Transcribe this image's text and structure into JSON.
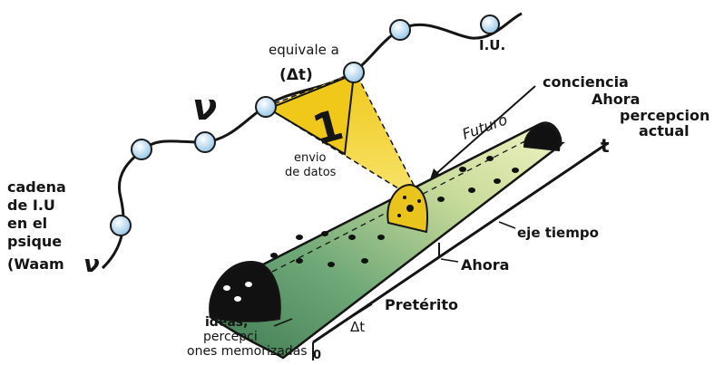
{
  "labels": {
    "cadena_line1": "cadena",
    "cadena_line2": "de I.U",
    "cadena_line3": "en el",
    "cadena_line4": "psique",
    "waam": "(Waam",
    "waam_symbol": "ν",
    "mu_symbol": "ν",
    "equivale_a": "equivale a",
    "delta_t_top": "(Δt)",
    "iu": "I.U.",
    "conciencia_line1": "conciencia",
    "conciencia_line2": "Ahora",
    "percepcion_line1": "percepcion",
    "percepcion_line2": "actual",
    "futuro": "Futuro",
    "envio_line1": "envio",
    "envio_line2": "de datos",
    "t_axis": "t",
    "eje_tiempo": "eje tiempo",
    "ahora": "Ahora",
    "preterito": "Pretérito",
    "delta_t_bottom": "Δt",
    "origin": "0",
    "ideas_line1": "ideas,",
    "ideas_line2": "percepci",
    "ideas_line3": "ones memorizadas",
    "wedge_number": "1"
  },
  "colors": {
    "ink": "#151515",
    "node_fill": "#b9dcf2",
    "node_stroke": "#1b1b1b",
    "tube_green": "#5f9a6a",
    "tube_light": "#e8f0b0",
    "yellow": "#f2d21a"
  }
}
